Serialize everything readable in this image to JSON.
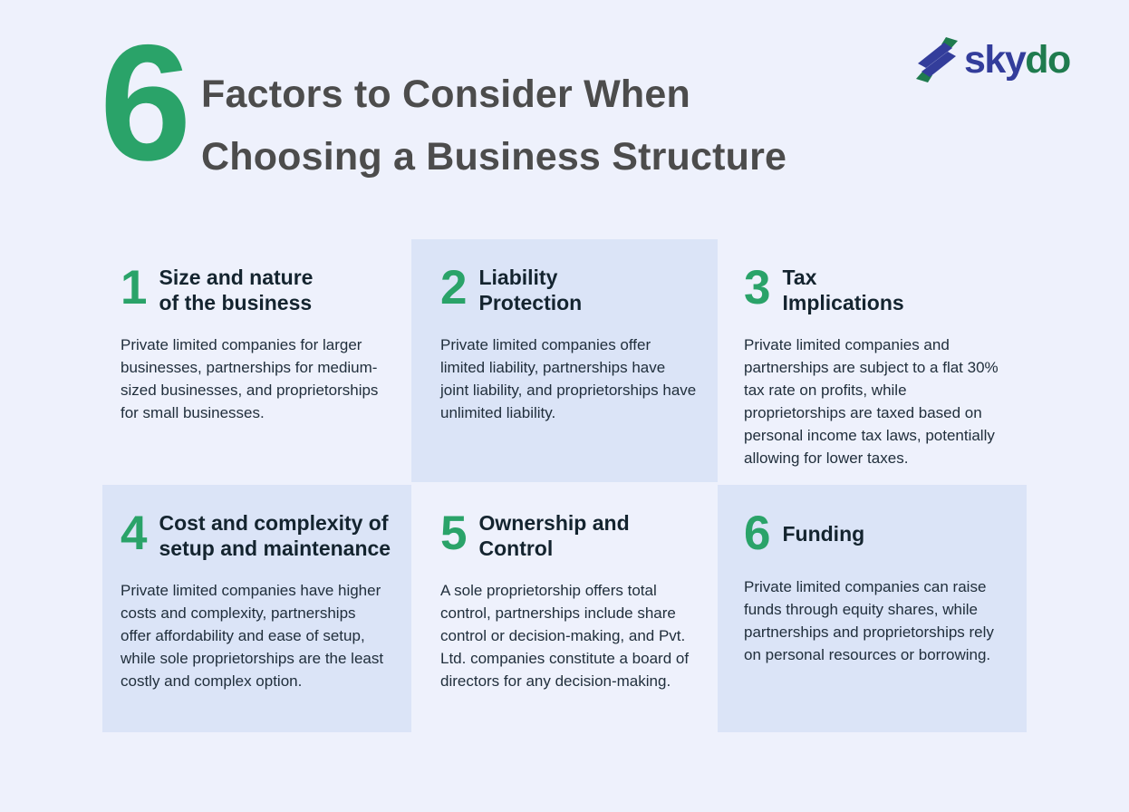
{
  "theme": {
    "page_bg": "#eef1fc",
    "card_bg": "#dbe4f7",
    "accent_green": "#2aa369",
    "title_color": "#4c4c4c",
    "heading_color": "#14242f",
    "body_color": "#212f3c",
    "logo_blue": "#333d9b",
    "logo_green": "#1f7b4e"
  },
  "header": {
    "big_number": "6",
    "title_line1": "Factors to Consider When",
    "title_line2": "Choosing a Business Structure"
  },
  "logo": {
    "icon": "skydo-chevron-s-mark",
    "text_sky": "sky",
    "text_do": "do"
  },
  "factors": [
    {
      "number": "1",
      "heading_line1": "Size and nature",
      "heading_line2": "of the business",
      "body": "Private limited companies for larger businesses, partnerships for medium-sized businesses, and proprietorships for small businesses.",
      "highlighted": false
    },
    {
      "number": "2",
      "heading_line1": "Liability",
      "heading_line2": "Protection",
      "body": "Private limited companies offer limited liability, partnerships have joint liability, and proprietorships have unlimited liability.",
      "highlighted": true
    },
    {
      "number": "3",
      "heading_line1": "Tax",
      "heading_line2": "Implications",
      "body": "Private limited companies and partnerships are subject to a flat 30% tax rate on profits, while proprietorships are taxed based on personal income tax laws, potentially allowing for lower taxes.",
      "highlighted": false
    },
    {
      "number": "4",
      "heading_line1": "Cost and complexity of",
      "heading_line2": "setup and maintenance",
      "body": "Private limited companies have higher costs and complexity, partnerships offer affordability and ease of setup, while sole proprietorships are the least costly and complex option.",
      "highlighted": true
    },
    {
      "number": "5",
      "heading_line1": "Ownership and",
      "heading_line2": "Control",
      "body": "A sole proprietorship offers total control, partnerships include share control or decision-making, and Pvt. Ltd. companies constitute a board of directors for any decision-making.",
      "highlighted": false
    },
    {
      "number": "6",
      "heading_line1": "Funding",
      "heading_line2": "",
      "body": "Private limited companies can raise funds through equity shares, while partnerships and proprietorships rely on personal resources or borrowing.",
      "highlighted": true
    }
  ]
}
